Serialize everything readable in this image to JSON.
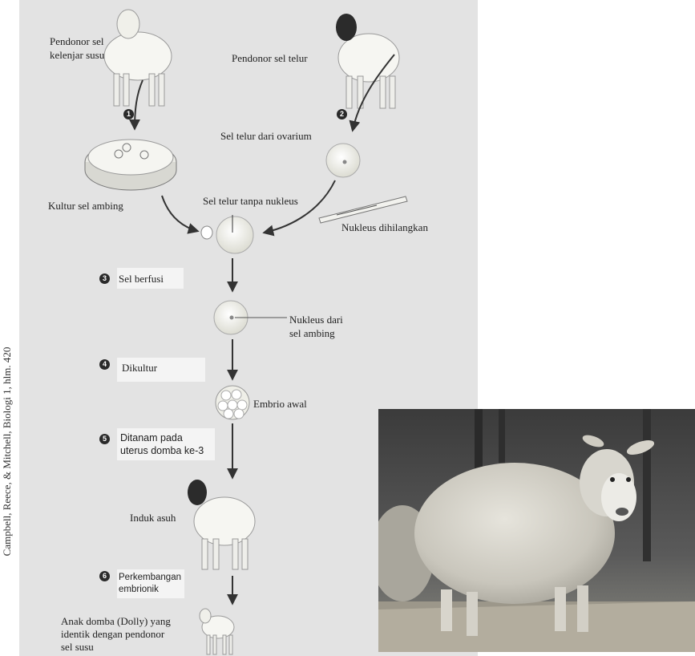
{
  "credit": "Campbell, Reece, & Mitchell, Biologi 1, hlm. 420",
  "labels": {
    "donor_udder_line1": "Pendonor sel",
    "donor_udder_line2": "kelenjar susu",
    "donor_egg": "Pendonor sel telur",
    "egg_from_ovary": "Sel telur dari ovarium",
    "udder_culture": "Kultur sel ambing",
    "egg_no_nucleus": "Sel telur tanpa nukleus",
    "nucleus_removed": "Nukleus dihilangkan",
    "nucleus_from_line1": "Nukleus dari",
    "nucleus_from_line2": "sel ambing",
    "early_embryo": "Embrio awal",
    "surrogate": "Induk asuh",
    "lamb_line1": "Anak domba (Dolly) yang",
    "lamb_line2": "identik dengan pendonor",
    "lamb_line3": "sel susu"
  },
  "steps": [
    {
      "number": "1"
    },
    {
      "number": "2"
    },
    {
      "number": "3",
      "text": "Sel berfusi"
    },
    {
      "number": "4",
      "text": "Dikultur"
    },
    {
      "number": "5",
      "text_line1": "Ditanam pada",
      "text_line2": "uterus domba ke-3"
    },
    {
      "number": "6",
      "text_line1": "Perkembangan",
      "text_line2": "embrionik"
    }
  ]
}
